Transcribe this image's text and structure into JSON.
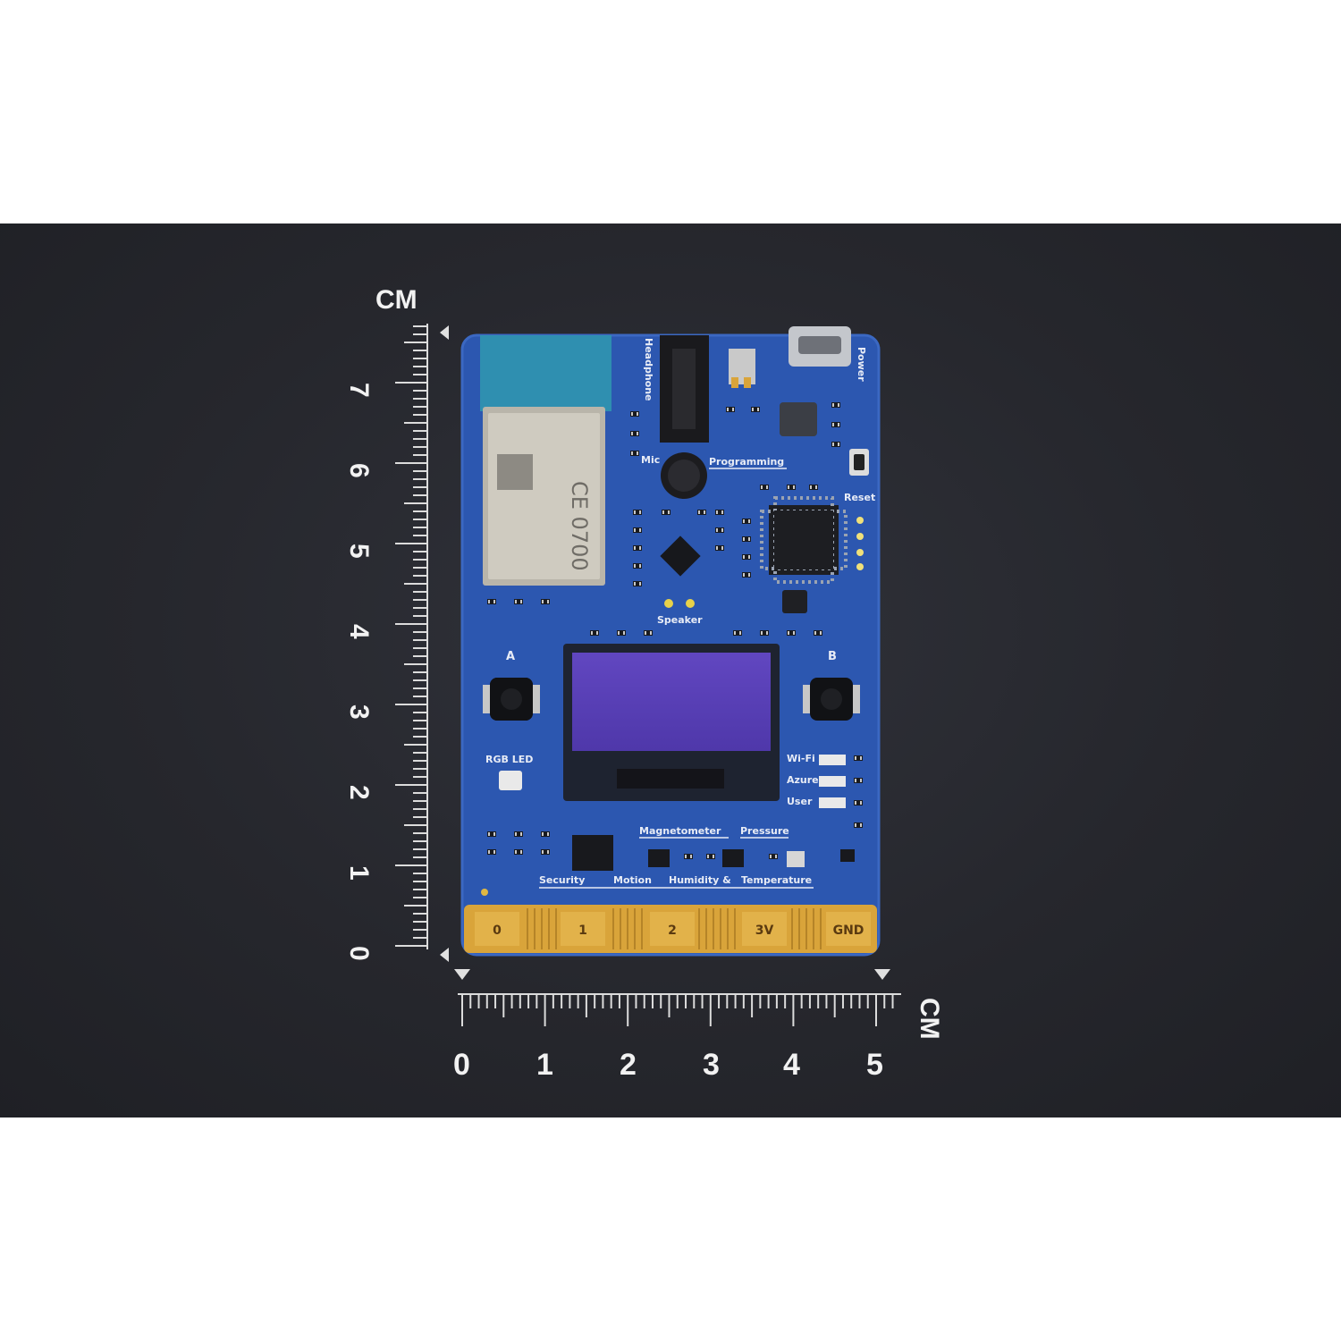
{
  "ruler_vertical": {
    "unit": "CM",
    "ticks": [
      "0",
      "1",
      "2",
      "3",
      "4",
      "5",
      "6",
      "7"
    ]
  },
  "ruler_horizontal": {
    "unit": "CM",
    "ticks": [
      "0",
      "1",
      "2",
      "3",
      "4",
      "5"
    ]
  },
  "board": {
    "edge_pads": [
      "0",
      "1",
      "2",
      "3V",
      "GND"
    ],
    "silkscreen": {
      "headphone": "Headphone",
      "power": "Power",
      "mic": "Mic",
      "programming": "Programming",
      "reset": "Reset",
      "speaker": "Speaker",
      "button_a": "A",
      "button_b": "B",
      "rgb_led": "RGB LED",
      "wifi": "Wi-Fi",
      "azure": "Azure",
      "user": "User",
      "magnetometer": "Magnetometer",
      "pressure": "Pressure",
      "security": "Security",
      "motion": "Motion",
      "humidity": "Humidity &",
      "temperature": "Temperature"
    },
    "module_marking": "CE 0700",
    "colors": {
      "pcb": "#2c57b0",
      "gold": "#d9a43a",
      "oled": "#5a3fb8"
    }
  }
}
